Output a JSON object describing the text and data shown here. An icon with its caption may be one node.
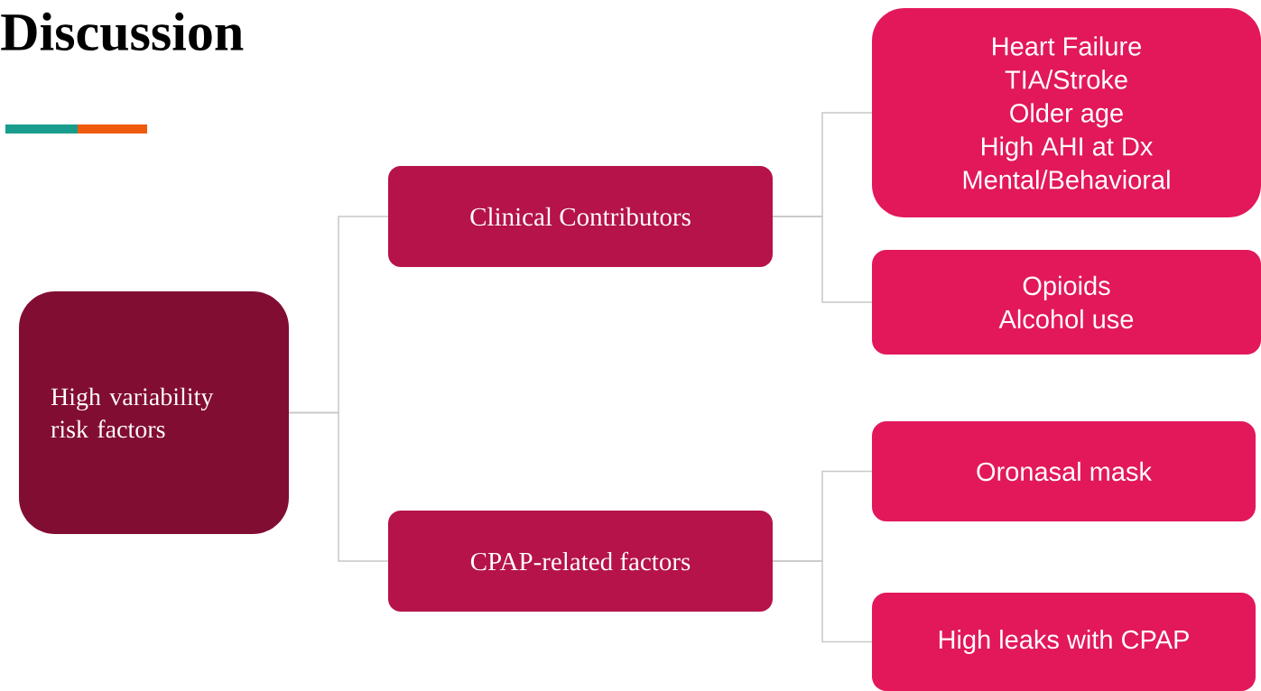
{
  "diagram": {
    "title": "Discussion",
    "nodes": [
      {
        "text": [
          "High variability risk factors"
        ]
      },
      {
        "text": [
          "Clinical Contributors"
        ]
      },
      {
        "text": [
          "CPAP-related factors"
        ]
      },
      {
        "text": [
          "Heart Failure",
          "TIA/Stroke",
          "Older age",
          "High AHI at Dx",
          "Mental/Behavioral"
        ]
      },
      {
        "text": [
          "Opioids",
          "Alcohol use"
        ]
      },
      {
        "text": [
          "Oronasal mask"
        ]
      },
      {
        "text": [
          "High leaks with CPAP"
        ]
      }
    ],
    "edges": [
      {
        "from": 0,
        "to": 1,
        "arrow": "none"
      },
      {
        "from": 0,
        "to": 2,
        "arrow": "none"
      },
      {
        "from": 1,
        "to": 3,
        "arrow": "none"
      },
      {
        "from": 1,
        "to": 4,
        "arrow": "none"
      },
      {
        "from": 2,
        "to": 5,
        "arrow": "none"
      },
      {
        "from": 2,
        "to": 6,
        "arrow": "none"
      }
    ]
  }
}
